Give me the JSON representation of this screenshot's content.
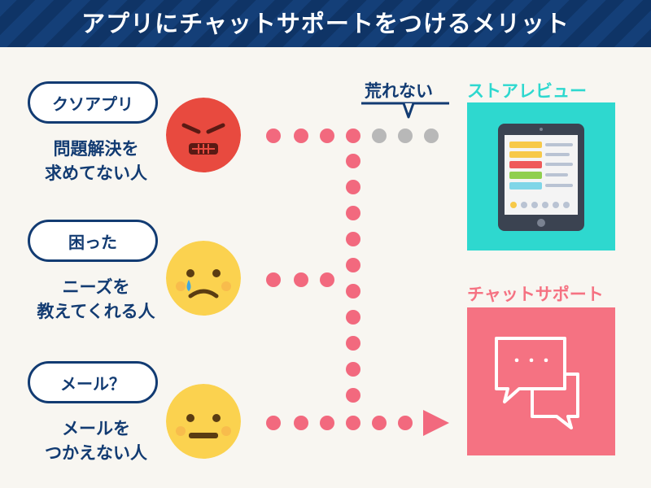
{
  "header": {
    "title": "アプリにチャットサポートをつけるメリット"
  },
  "users": [
    {
      "bubble": "クソアプリ",
      "desc_line1": "問題解決を",
      "desc_line2": "求めてない人",
      "face": "angry-face-icon"
    },
    {
      "bubble": "困った",
      "desc_line1": "ニーズを",
      "desc_line2": "教えてくれる人",
      "face": "sad-face-icon"
    },
    {
      "bubble": "メール？",
      "desc_line1": "メールを",
      "desc_line2": "つかえない人",
      "face": "neutral-face-icon"
    }
  ],
  "annotation": {
    "label": "荒れない"
  },
  "destinations": {
    "store_review": {
      "label": "ストアレビュー",
      "color": "#2ed8cf"
    },
    "chat_support": {
      "label": "チャットサポート",
      "color": "#f57282",
      "bubble_text": "・・・"
    }
  },
  "colors": {
    "navy": "#123b72",
    "pink_dot": "#f2697e",
    "gray_dot": "#b8b8b8"
  }
}
